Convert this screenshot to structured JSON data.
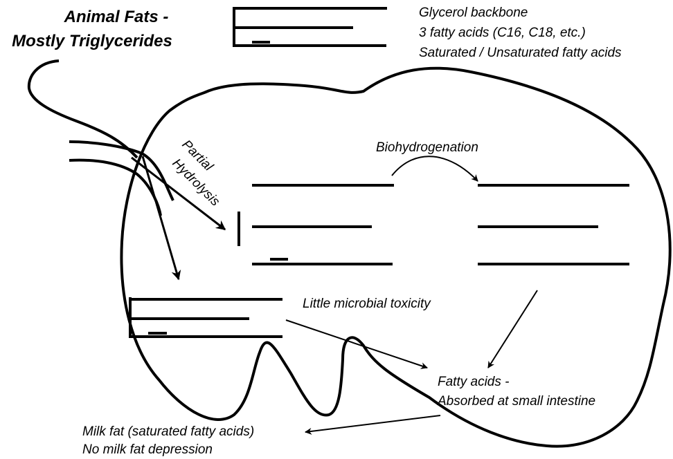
{
  "title": {
    "line1": "Animal Fats -",
    "line2": "Mostly Triglycerides"
  },
  "legend": {
    "line1": "Glycerol backbone",
    "line2": "3 fatty acids (C16, C18, etc.)",
    "line3": "Saturated / Unsaturated fatty acids"
  },
  "labels": {
    "partial": "Partial",
    "hydrolysis": "Hydrolysis",
    "biohydrogenation": "Biohydrogenation",
    "little_toxicity": "Little microbial toxicity",
    "fatty_acids_line1": "Fatty acids -",
    "fatty_acids_line2": "Absorbed at small intestine",
    "milk_fat_line1": "Milk fat (saturated fatty acids)",
    "milk_fat_line2": "No milk fat depression"
  }
}
